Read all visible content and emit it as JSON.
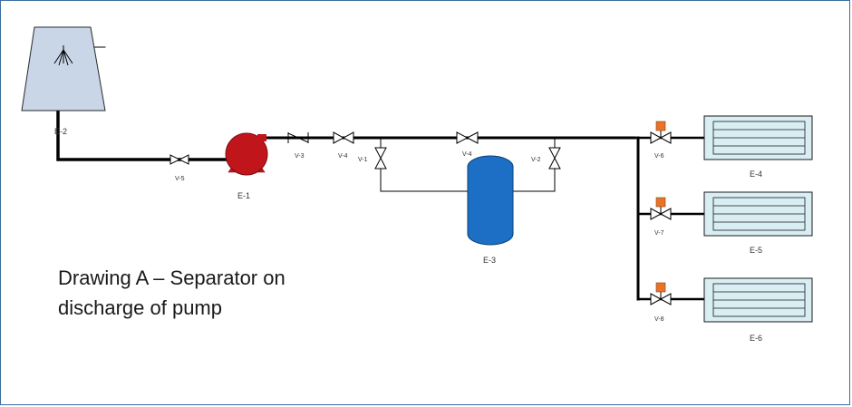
{
  "caption": {
    "line1": "Drawing A – Separator on",
    "line2": "discharge of pump"
  },
  "labels": {
    "tank": "E-2",
    "pump": "E-1",
    "separator": "E-3",
    "exchanger_top": "E-4",
    "exchanger_mid": "E-5",
    "exchanger_bot": "E-6",
    "valve_v5": "V-5",
    "valve_v3": "V-3",
    "valve_v4_inline": "V-4",
    "valve_v1": "V-1",
    "valve_v4_bypass": "V-4",
    "valve_v2": "V-2",
    "valve_v6": "V-6",
    "valve_v7": "V-7",
    "valve_v8": "V-8"
  },
  "colors": {
    "frame": "#3b6e9e",
    "tank_fill": "#c8d6e8",
    "pump_fill": "#c0161b",
    "separator_fill": "#1c6fc4",
    "exchanger_fill": "#d9eef3",
    "actuator_fill": "#e8742a",
    "pipe": "#000000"
  }
}
